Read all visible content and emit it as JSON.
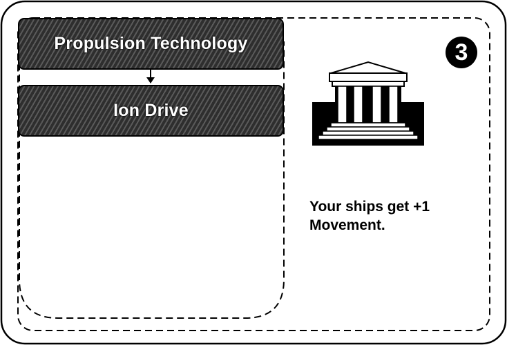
{
  "card": {
    "prerequisite": {
      "label": "Propulsion Technology"
    },
    "technology": {
      "label": "Ion Drive"
    },
    "tier": {
      "value": "3"
    },
    "category_icon": "temple-icon",
    "effect": {
      "text": "Your ships get +1 Movement."
    },
    "colors": {
      "box_fill": "#2e2e2e",
      "box_stripe": "#5a5a5a",
      "text_on_box": "#ffffff",
      "ink": "#000000",
      "background": "#ffffff"
    }
  }
}
